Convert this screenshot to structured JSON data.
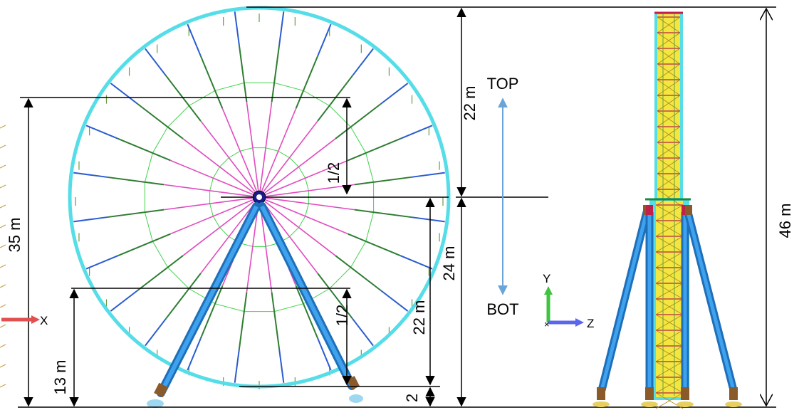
{
  "labels": {
    "top": "TOP",
    "bot": "BOT",
    "axis_x": "X",
    "axis_y": "Y",
    "axis_z": "Z"
  },
  "dimensions": {
    "upper_radius": "22 m",
    "lower_radius": "24 m",
    "total_height": "46 m",
    "left_total": "35 m",
    "left_lower": "13 m",
    "half_upper": "1/2",
    "half_lower": "1/2",
    "leg_height": "22 m",
    "base_gap": "2"
  },
  "colors": {
    "rim": "#55dde8",
    "spoke_green": "#2e7d32",
    "spoke_pink": "#e04bc0",
    "spoke_blue": "#2a5cd0",
    "ring": "#3fd24a",
    "leg": "#2a8de0",
    "axis_x": "#e05050",
    "axis_y": "#3ec43e",
    "axis_z": "#5a66ee",
    "arrow_topbot": "#6aa4d8",
    "tower_fill": "#f2e640",
    "tower_red": "#c0204a"
  },
  "wheel": {
    "spoke_count": 24
  }
}
